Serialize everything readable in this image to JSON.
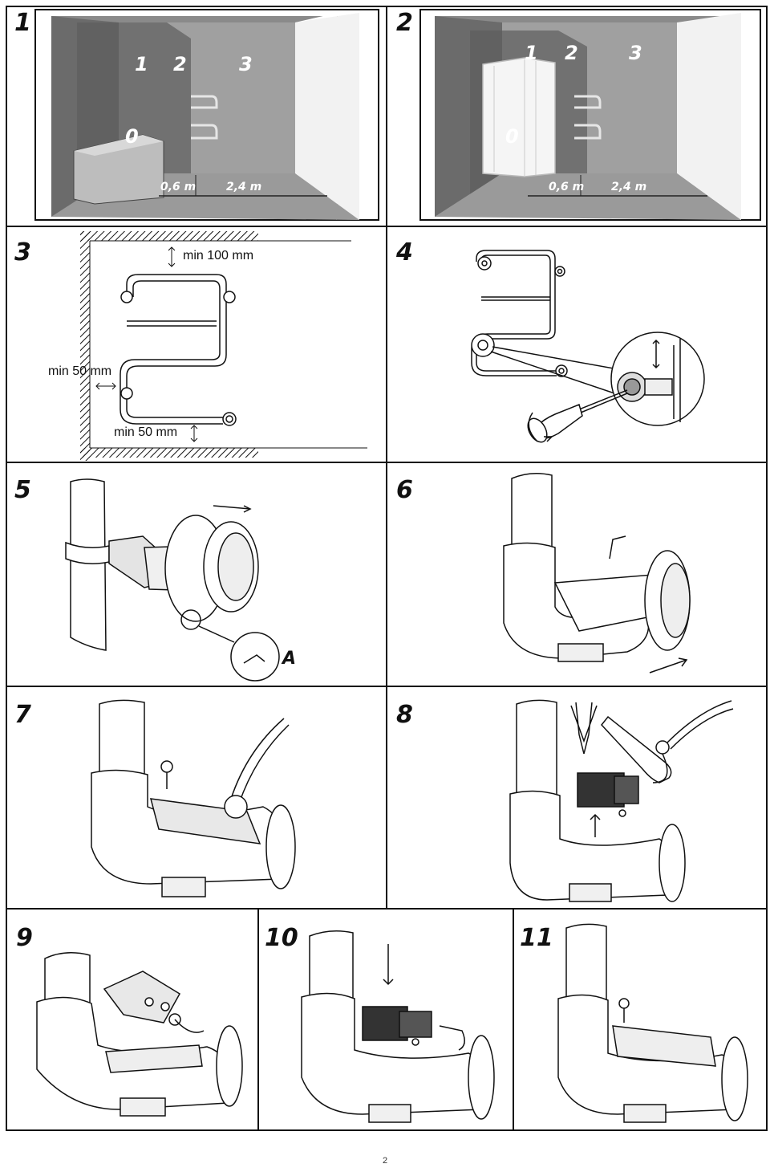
{
  "steps": {
    "s1": "1",
    "s2": "2",
    "s3": "3",
    "s4": "4",
    "s5": "5",
    "s6": "6",
    "s7": "7",
    "s8": "8",
    "s9": "9",
    "s10": "10",
    "s11": "11"
  },
  "panel1": {
    "zone1": "1",
    "zone2": "2",
    "zone3": "3",
    "zone0": "0",
    "dist1": "0,6 m",
    "dist2": "2,4 m"
  },
  "panel2": {
    "zone1": "1",
    "zone2": "2",
    "zone3": "3",
    "zone0": "0",
    "dist1": "0,6 m",
    "dist2": "2,4 m"
  },
  "panel3": {
    "top_clearance": "min 100 mm",
    "side_clearance": "min 50 mm",
    "bottom_clearance": "min 50 mm"
  },
  "panel5": {
    "detail_label": "A"
  },
  "page_number": "2"
}
